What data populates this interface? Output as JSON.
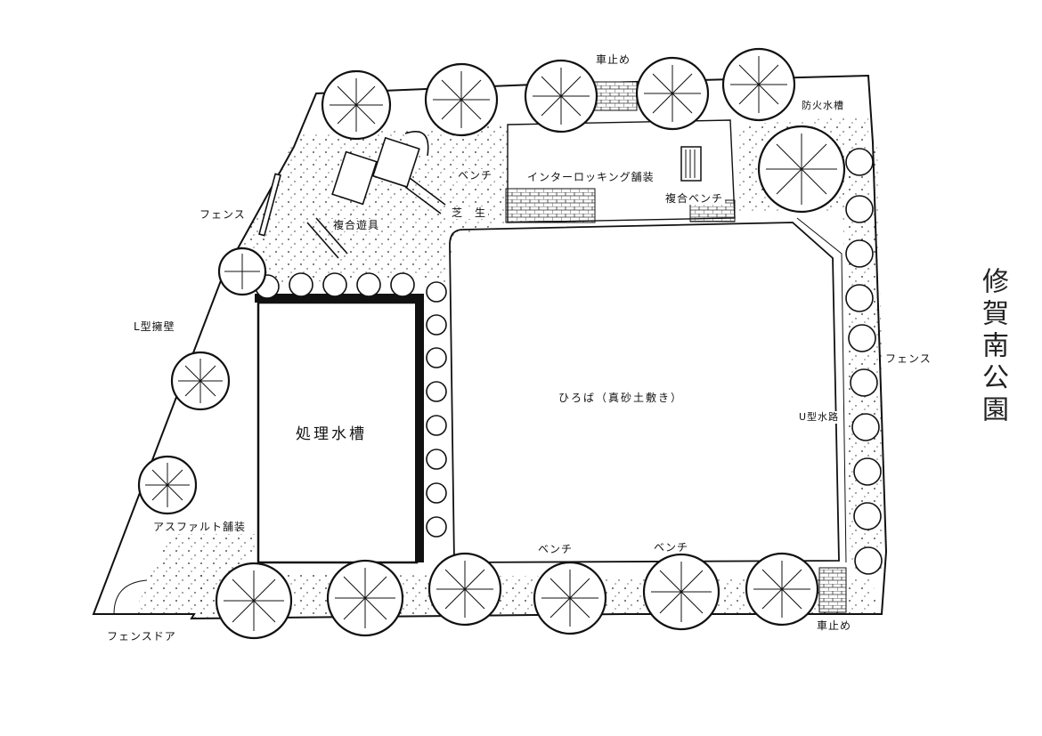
{
  "title": "修賀南公園",
  "labels": {
    "fence_north": "車止め",
    "fence_northeast": "防火水槽",
    "bench_top": "ベンチ",
    "interlocking": "インターロッキング舗装",
    "combo_bench": "複合ベンチ",
    "shibafu": "芝　生",
    "fence_west": "フェンス",
    "playground": "複合遊具",
    "retaining_wall": "L型擁壁",
    "tank": "処理水槽",
    "asphalt": "アスファルト舗装",
    "fence_door": "フェンスドア",
    "hiroba": "ひろば（真砂土敷き）",
    "fence_east": "フェンス",
    "u_gutter": "U型水路",
    "bench_bottom_left": "ベンチ",
    "bench_bottom_right": "ベンチ",
    "car_stop_bottom": "車止め"
  },
  "colors": {
    "ink": "#111111",
    "paper": "#ffffff"
  }
}
